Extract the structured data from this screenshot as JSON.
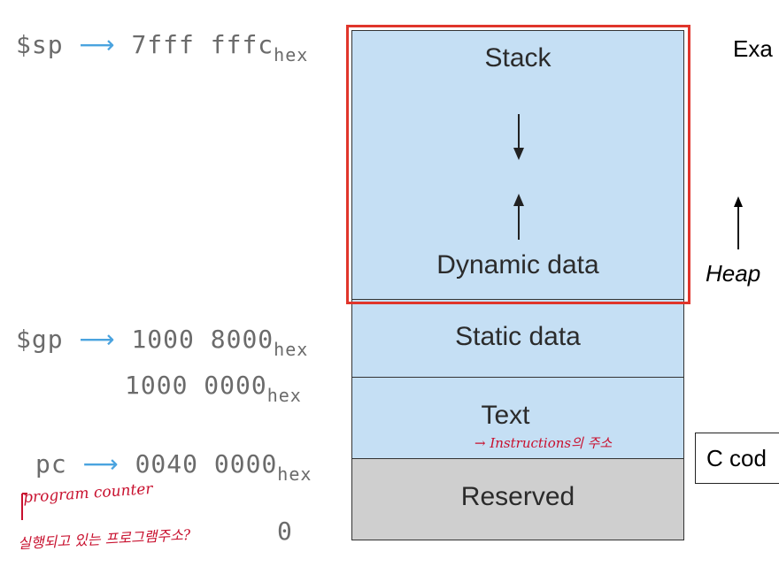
{
  "labels": {
    "sp": {
      "reg": "$sp",
      "addr": "7fff fffc",
      "suffix": "hex"
    },
    "gp": {
      "reg": "$gp",
      "addr": "1000 8000",
      "suffix": "hex"
    },
    "static_start": {
      "addr": "1000 0000",
      "suffix": "hex"
    },
    "pc": {
      "reg": "pc",
      "addr": "0040 0000",
      "suffix": "hex"
    },
    "zero": "0",
    "arrow_glyph": "⟶"
  },
  "segments": {
    "stack": "Stack",
    "dynamic": "Dynamic data",
    "static": "Static data",
    "text": "Text",
    "reserved": "Reserved"
  },
  "annotations": {
    "instructions": "→ Instructions의 주소",
    "program_counter": "program counter",
    "korean_note": "실행되고 있는 프로그램주소?"
  },
  "side": {
    "exa": "Exa",
    "heap": "Heap",
    "c_code": "C cod"
  },
  "colors": {
    "segment_fill": "#c5dff4",
    "reserved_fill": "#cfcfcf",
    "highlight_border": "#e0352b",
    "pointer_arrow": "#4aa3df",
    "annotation": "#c8102e"
  }
}
